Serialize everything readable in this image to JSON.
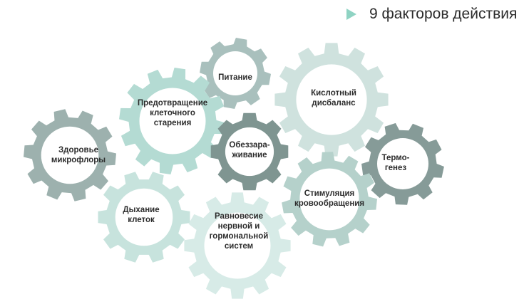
{
  "title": "9 факторов действия",
  "gears": [
    {
      "id": "pitanie",
      "lines": [
        "Питание"
      ],
      "color": "#a9c0bd"
    },
    {
      "id": "kislotny",
      "lines": [
        "Кислотный",
        "дисбаланс"
      ],
      "color": "#cfe2de"
    },
    {
      "id": "predotvr",
      "lines": [
        "Предотвращение",
        "клеточного",
        "старения"
      ],
      "color": "#b4dbd3"
    },
    {
      "id": "zdorovie",
      "lines": [
        "Здоровье",
        "микрофлоры"
      ],
      "color": "#9db1ae"
    },
    {
      "id": "obezzar",
      "lines": [
        "Обеззара-",
        "живание"
      ],
      "color": "#7f9591"
    },
    {
      "id": "termo",
      "lines": [
        "Термо-",
        "генез"
      ],
      "color": "#869b98"
    },
    {
      "id": "dyhanie",
      "lines": [
        "Дыхание",
        "клеток"
      ],
      "color": "#c7e3dd"
    },
    {
      "id": "stimul",
      "lines": [
        "Стимуляция",
        "кровообращения"
      ],
      "color": "#b5d1cb"
    },
    {
      "id": "ravnovesie",
      "lines": [
        "Равновесие",
        "нервной и",
        "гормональной",
        "систем"
      ],
      "color": "#d7ebe7"
    }
  ]
}
